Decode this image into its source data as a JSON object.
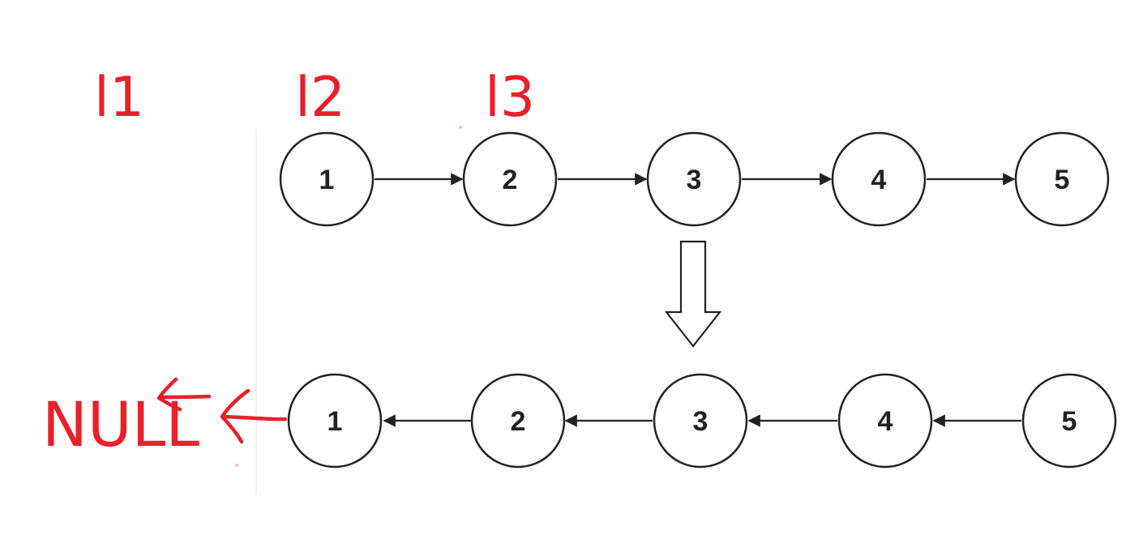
{
  "pointers": [
    "l1",
    "l2",
    "l3"
  ],
  "null_label": "NULL",
  "colors": {
    "annotation": "#e8202a",
    "ink": "#222222",
    "background": "#ffffff"
  },
  "original_list": {
    "values": [
      "1",
      "2",
      "3",
      "4",
      "5"
    ],
    "link_direction": "forward"
  },
  "reversed_list": {
    "values": [
      "1",
      "2",
      "3",
      "4",
      "5"
    ],
    "link_direction": "backward"
  }
}
